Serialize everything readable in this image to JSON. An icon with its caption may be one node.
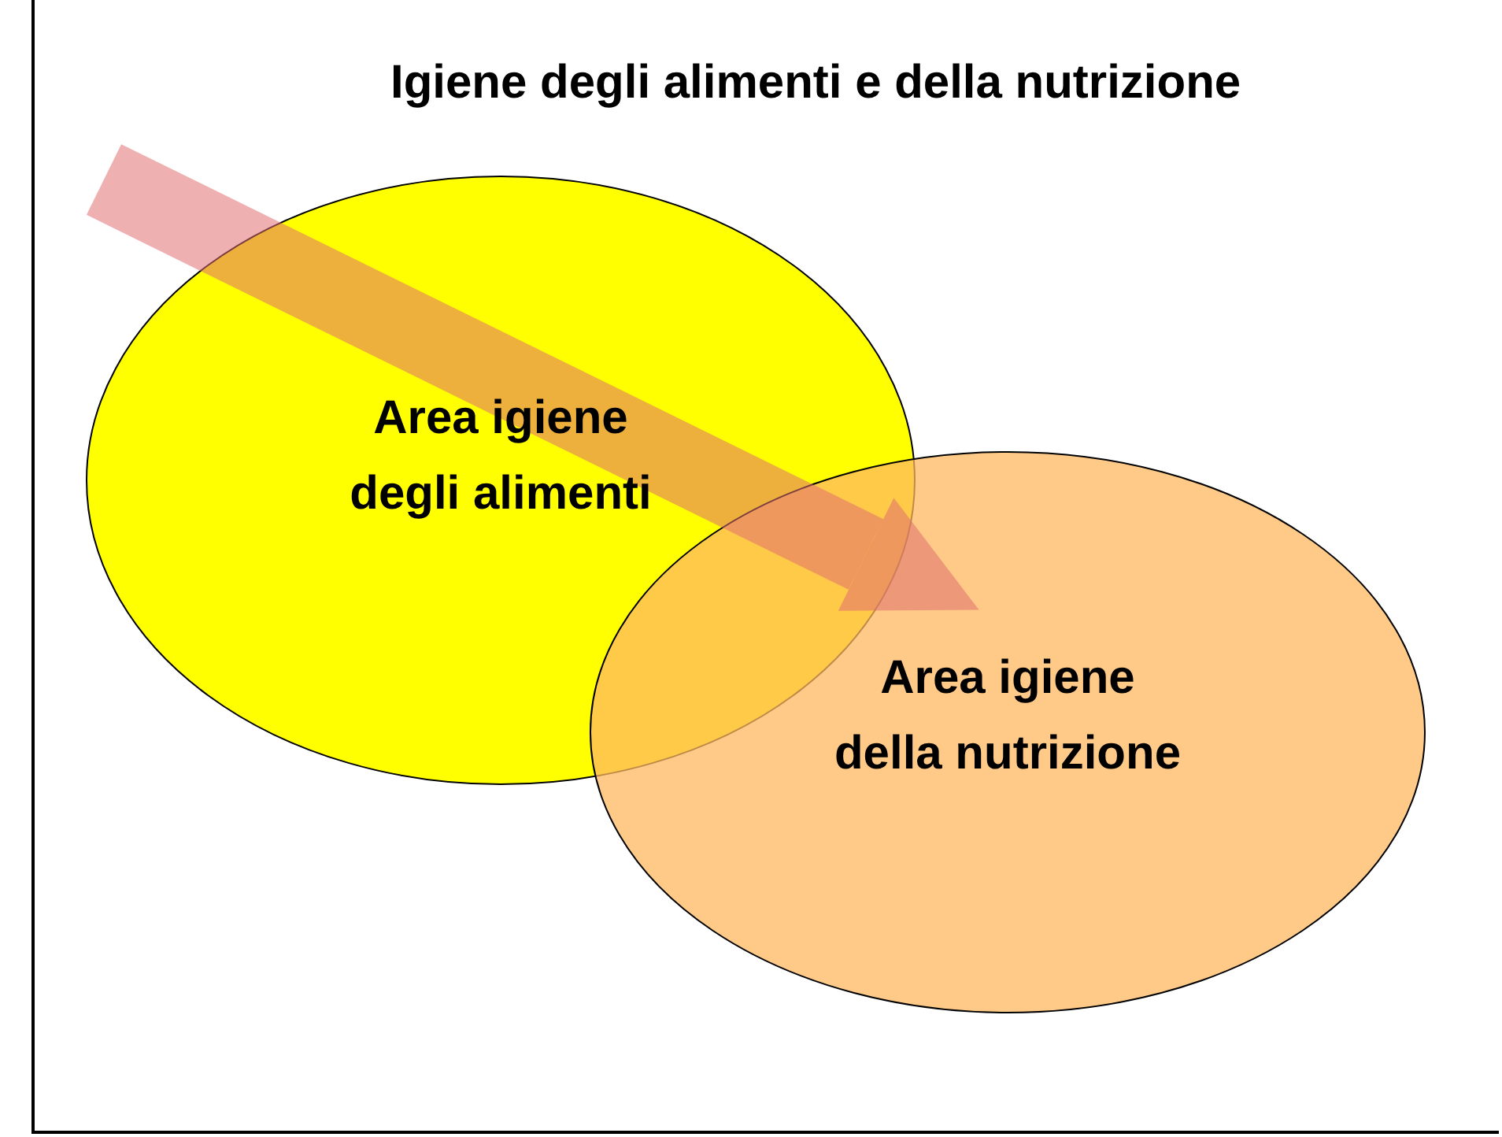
{
  "diagram": {
    "title": "Igiene degli alimenti e della nutrizione",
    "nodes": [
      {
        "text": [
          "Area igiene degli alimenti"
        ]
      },
      {
        "text": [
          "Area igiene della nutrizione"
        ]
      }
    ],
    "edges": [
      {
        "from": null,
        "to": 1,
        "arrow": "to",
        "color": "#e07070"
      }
    ]
  }
}
